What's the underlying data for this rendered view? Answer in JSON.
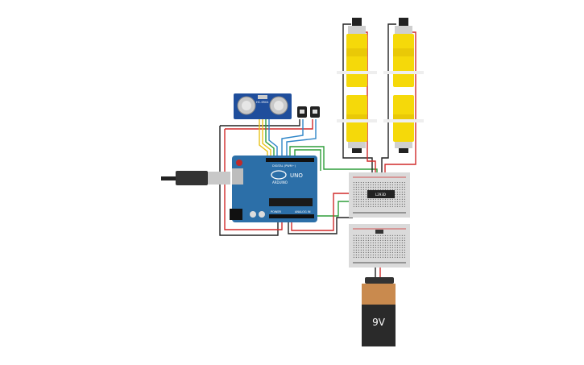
{
  "colors": {
    "arduino_board": "#2c6fa8",
    "motor_yellow": "#f5d90a",
    "battery_body": "#2a2a2a",
    "battery_top": "#c98a4e",
    "breadboard": "#dadada",
    "wire_black": "#222222",
    "wire_red": "#d12a2a",
    "wire_green": "#2f9e3a",
    "wire_yellow": "#e8c21a",
    "wire_blue": "#2f86c8",
    "sensor_board": "#1f4e9c"
  },
  "arduino": {
    "model_label": "UNO",
    "brand_label": "ARDUINO",
    "header_digital": "DIGITAL (PWM~)",
    "header_analog": "ANALOG IN",
    "header_power": "POWER"
  },
  "sensor": {
    "label": "HC-SR04"
  },
  "driver_ic": {
    "label": "L293D"
  },
  "battery": {
    "label": "9V"
  },
  "icons": {
    "usb": "usb-plug-icon",
    "reset": "reset-button-icon"
  }
}
